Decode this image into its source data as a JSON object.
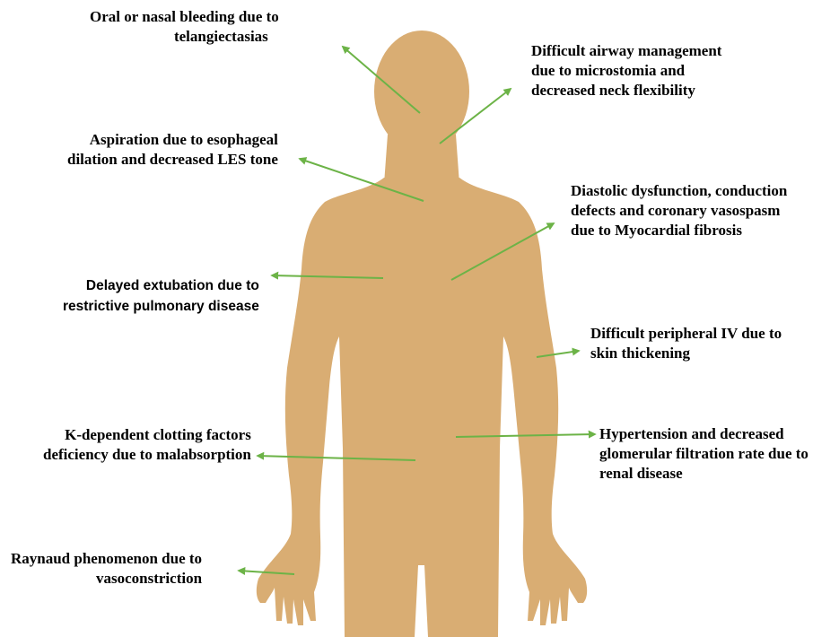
{
  "colors": {
    "body": "#d9ad73",
    "arrow": "#6cb347",
    "text": "#000000"
  },
  "labels": {
    "bleeding": [
      "Oral or nasal bleeding due to",
      "telangiectasias"
    ],
    "airway": [
      "Difficult airway management",
      "due to microstomia and",
      "decreased neck flexibility"
    ],
    "aspiration": [
      "Aspiration due to esophageal",
      "dilation and decreased LES tone"
    ],
    "cardiac": [
      "Diastolic dysfunction, conduction",
      "defects and coronary vasospasm",
      "due to Myocardial fibrosis"
    ],
    "extubation": [
      "Delayed extubation due to",
      "restrictive pulmonary disease"
    ],
    "iv": [
      "Difficult peripheral IV due to",
      "skin thickening"
    ],
    "clotting": [
      "K-dependent clotting factors",
      "deficiency due to malabsorption"
    ],
    "renal": [
      "Hypertension and decreased",
      "glomerular filtration rate due to",
      "renal disease"
    ],
    "raynaud": [
      "Raynaud phenomenon due to",
      "vasoconstriction"
    ]
  }
}
